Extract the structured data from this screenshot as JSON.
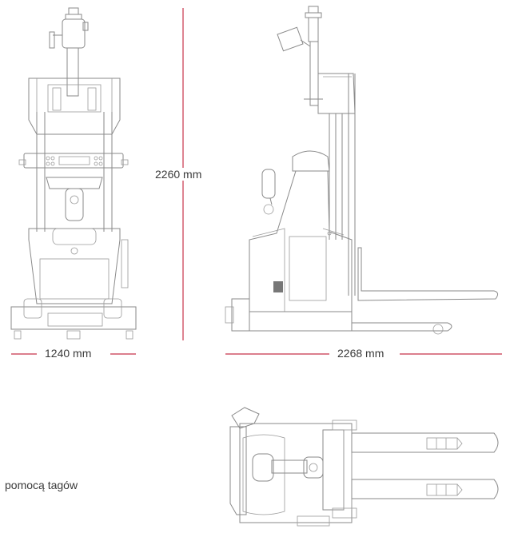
{
  "dimensions": {
    "height": "2260 mm",
    "width": "1240 mm",
    "length": "2268 mm"
  },
  "side_text": "pomocą tagów",
  "colors": {
    "dimension_line": "#c8334a",
    "drawing_line": "#8a8a8a",
    "label_text": "#3a3a3a"
  },
  "views": [
    "front-view",
    "side-view",
    "top-view"
  ]
}
